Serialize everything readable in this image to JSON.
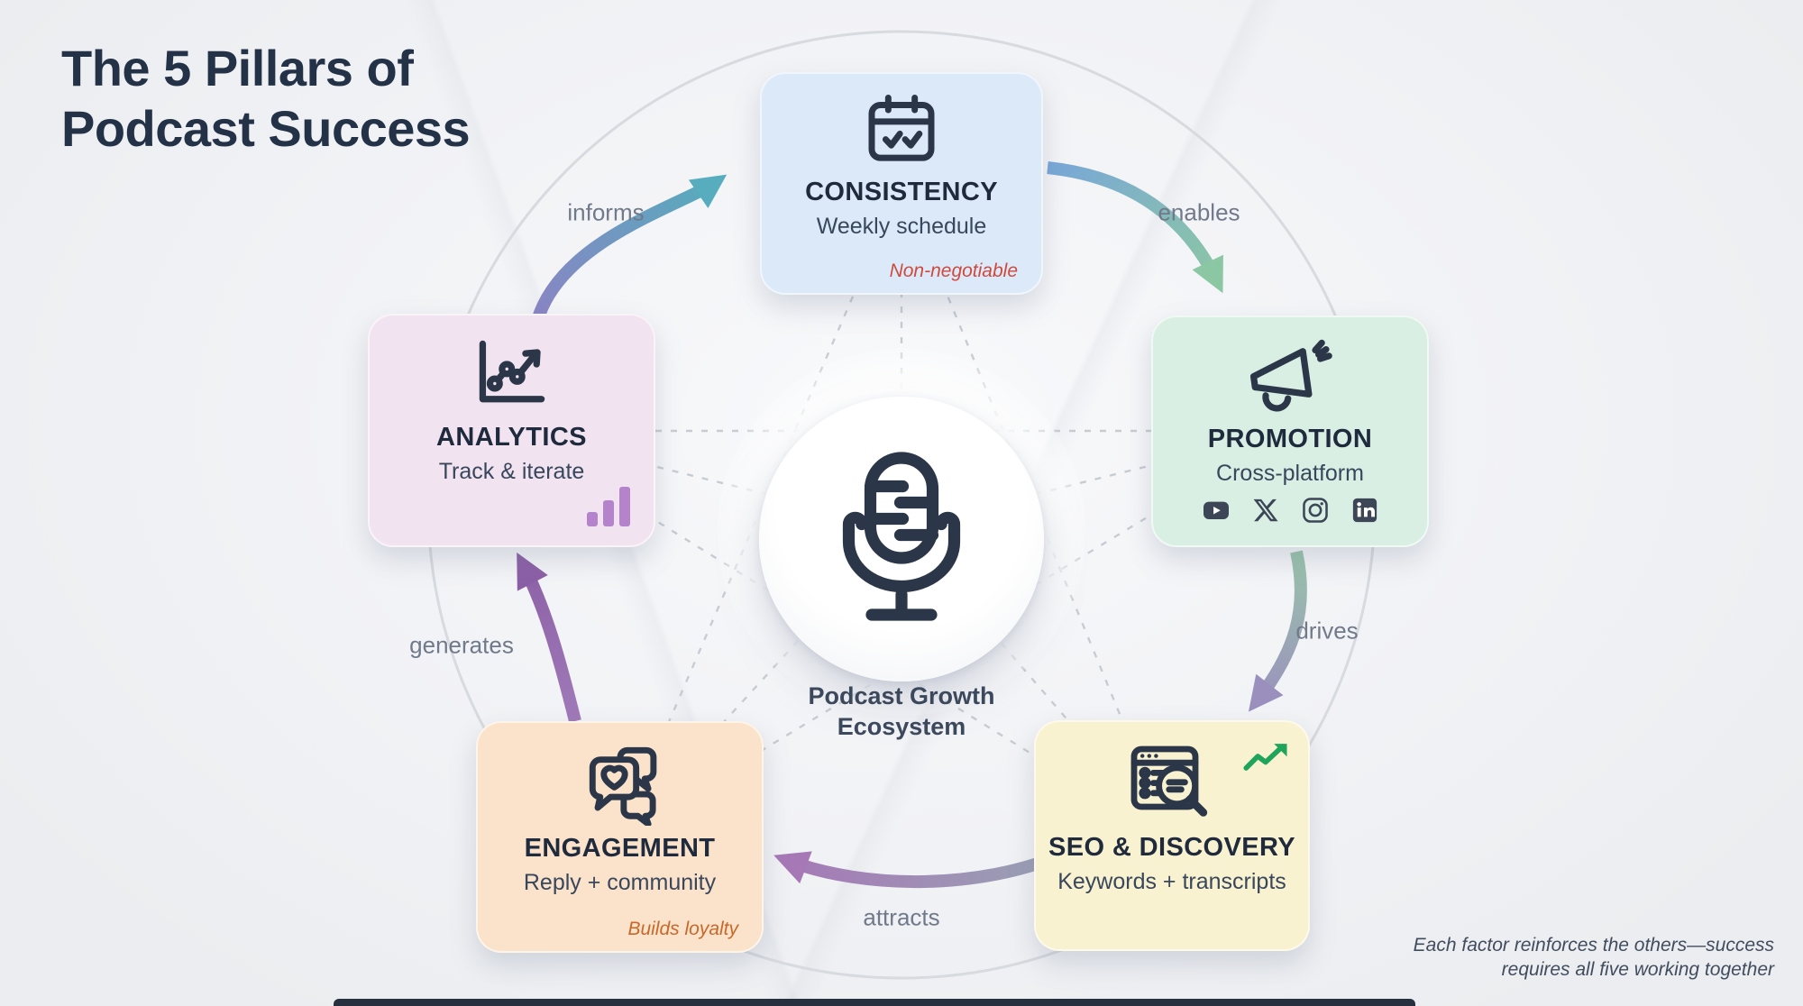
{
  "title": {
    "line1": "The 5 Pillars of",
    "line2": "Podcast Success"
  },
  "center": {
    "icon": "microphone-icon",
    "label_line1": "Podcast Growth",
    "label_line2": "Ecosystem"
  },
  "pillars": [
    {
      "name": "CONSISTENCY",
      "subtitle": "Weekly schedule",
      "badge": "Non-negotiable",
      "badge_color": "#cf4a3d",
      "bg_color": "#dbe9f9",
      "icon": "calendar-check-icon"
    },
    {
      "name": "PROMOTION",
      "subtitle": "Cross-platform",
      "bg_color": "#d9efe3",
      "icon": "megaphone-icon",
      "social_icons": [
        "youtube-icon",
        "x-icon",
        "instagram-icon",
        "linkedin-icon"
      ]
    },
    {
      "name": "SEO & DISCOVERY",
      "subtitle": "Keywords + transcripts",
      "bg_color": "#f9f2d0",
      "icon": "search-browser-icon",
      "corner_icon": "trending-up-icon",
      "trend_color": "#1ea55b"
    },
    {
      "name": "ENGAGEMENT",
      "subtitle": "Reply + community",
      "badge": "Builds loyalty",
      "badge_color": "#c8682b",
      "bg_color": "#fae3ca",
      "icon": "chat-heart-icon"
    },
    {
      "name": "ANALYTICS",
      "subtitle": "Track & iterate",
      "bg_color": "#f2e3f1",
      "icon": "line-chart-icon",
      "corner_icon": "bar-chart-icon",
      "bar_color": "#b583cb"
    }
  ],
  "arrows": [
    {
      "label": "informs",
      "from": "ANALYTICS",
      "to": "CONSISTENCY",
      "color_start": "#8a84c4",
      "color_end": "#55adbc"
    },
    {
      "label": "enables",
      "from": "CONSISTENCY",
      "to": "PROMOTION",
      "color_start": "#78a7d8",
      "color_end": "#8cc7a4"
    },
    {
      "label": "drives",
      "from": "PROMOTION",
      "to": "SEO & DISCOVERY",
      "color_start": "#99c3ab",
      "color_end": "#9b90bd"
    },
    {
      "label": "attracts",
      "from": "SEO & DISCOVERY",
      "to": "ENGAGEMENT",
      "color_start": "#99a2b4",
      "color_end": "#a678b6"
    },
    {
      "label": "generates",
      "from": "ENGAGEMENT",
      "to": "ANALYTICS",
      "color_start": "#a07ab8",
      "color_end": "#8b5fa5"
    }
  ],
  "footnote": {
    "line1": "Each factor reinforces the others—success",
    "line2": "requires all five working together"
  }
}
